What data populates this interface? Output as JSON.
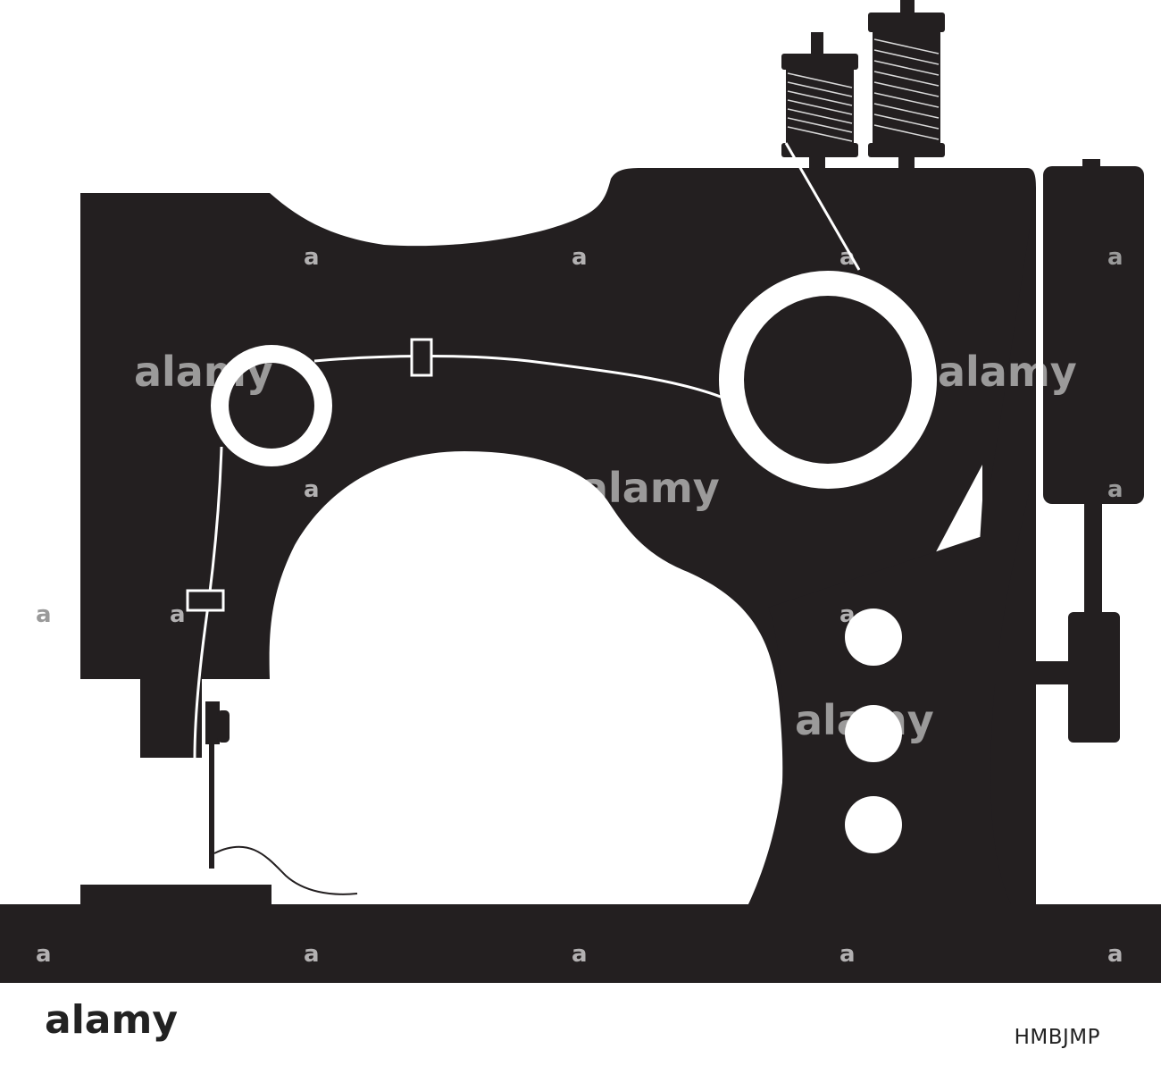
{
  "watermark": {
    "word": "alamy",
    "glyph": "a"
  },
  "footer": {
    "logo_text": "alamy",
    "image_id": "HMBJMP"
  },
  "colors": {
    "machine": "#231f20",
    "background": "#ffffff",
    "thread": "#ffffff"
  },
  "icons": [
    "sewing-machine-icon",
    "thread-spool-icon"
  ]
}
